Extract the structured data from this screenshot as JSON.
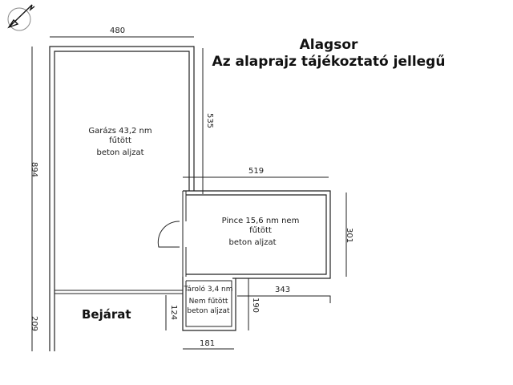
{
  "title": {
    "line1": "Alagsor",
    "line2": "Az alaprajz tájékoztató jellegű"
  },
  "compass": {
    "icon": "north-arrow-icon"
  },
  "rooms": {
    "garage": {
      "line1": "Garázs 43,2 nm",
      "line2": "fűtött",
      "line3": "beton aljzat"
    },
    "cellar": {
      "line1": "Pince 15,6 nm nem",
      "line2": "fűtött",
      "line3": "beton aljzat"
    },
    "storage": {
      "line1": "Tároló 3,4 nm",
      "line2": "Nem fűtött",
      "line3": "beton aljzat"
    }
  },
  "entrance": {
    "label": "Bejárat"
  },
  "dimensions": {
    "top_width": "480",
    "garage_height": "894",
    "entrance_depth": "209",
    "upper_right_height": "535",
    "cellar_width": "519",
    "cellar_height": "301",
    "lower_right_width": "343",
    "storage_depth": "190",
    "storage_wall": "124",
    "storage_width": "181"
  },
  "colors": {
    "wall": "#222222",
    "background": "#ffffff"
  }
}
